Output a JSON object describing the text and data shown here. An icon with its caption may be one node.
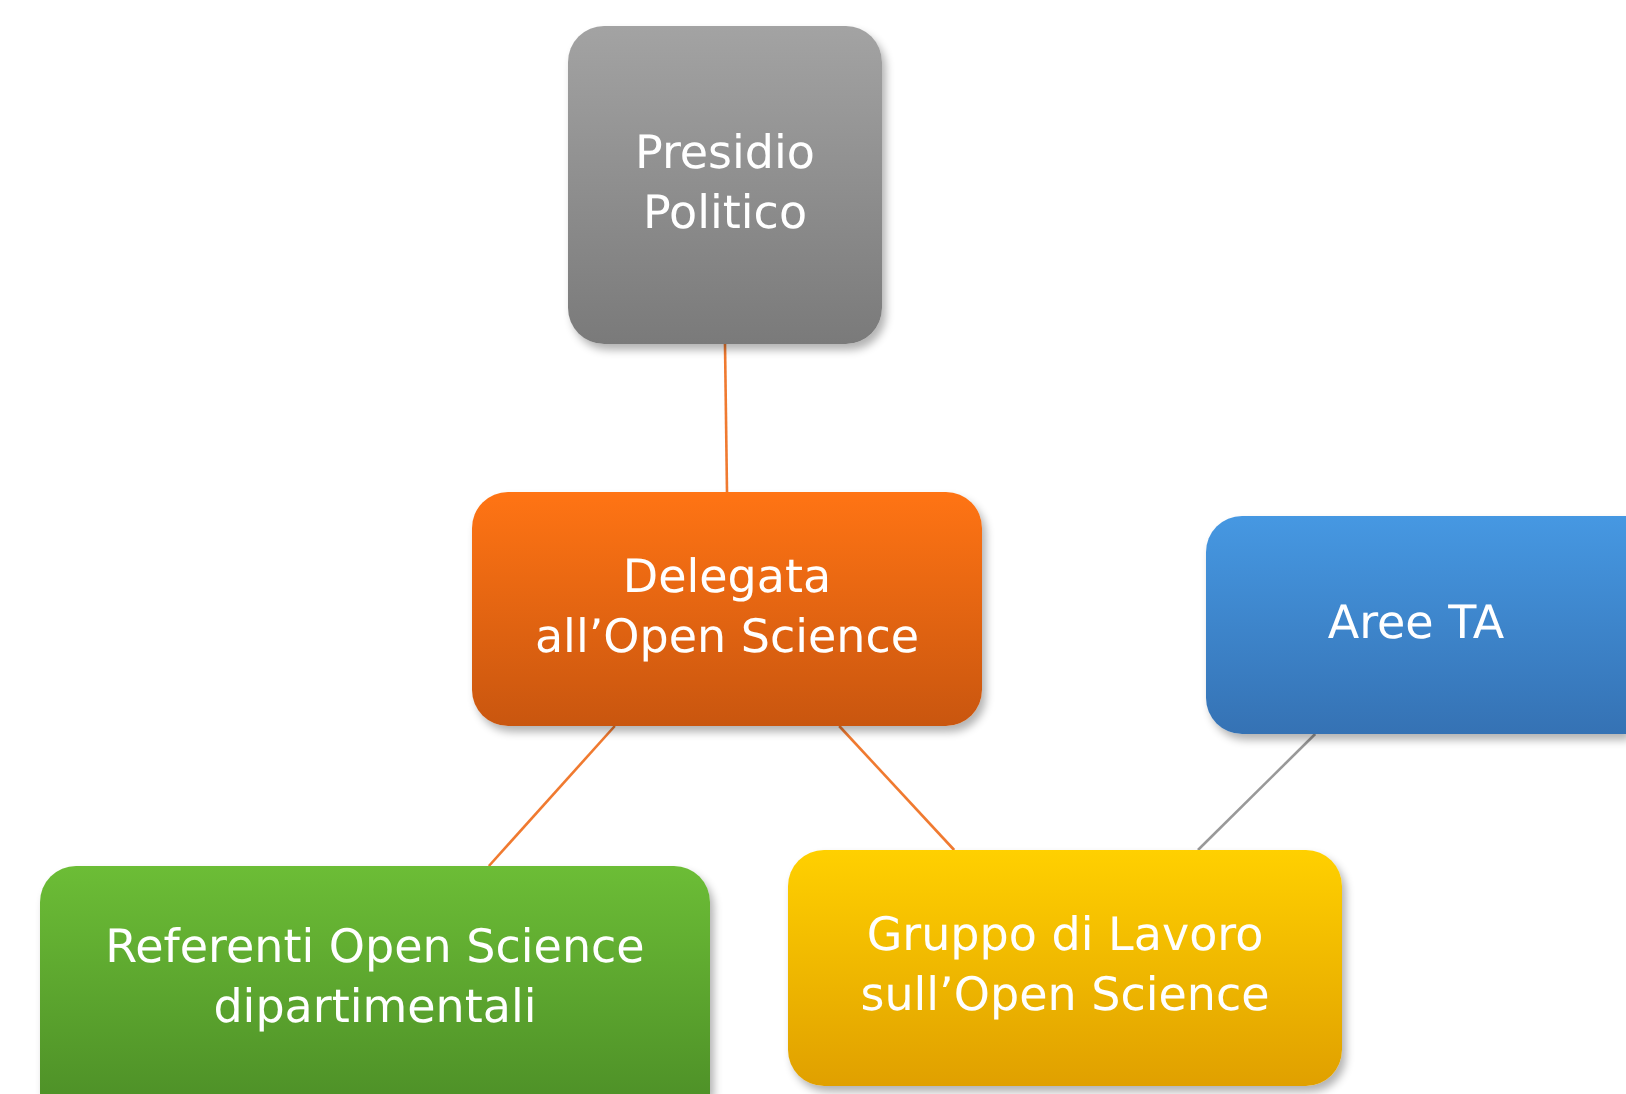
{
  "diagram": {
    "nodes": [
      {
        "text": [
          "Presidio Politico"
        ]
      },
      {
        "text": [
          "Delegata all’Open Science"
        ]
      },
      {
        "text": [
          "Aree TA"
        ]
      },
      {
        "text": [
          "Referenti Open Science dipartimentali"
        ]
      },
      {
        "text": [
          "Gruppo di Lavoro sull’Open Science"
        ]
      }
    ],
    "edges": [
      {
        "from": 0,
        "to": 1,
        "arrow": "none"
      },
      {
        "from": 1,
        "to": 3,
        "arrow": "none"
      },
      {
        "from": 1,
        "to": 4,
        "arrow": "none"
      },
      {
        "from": 2,
        "to": 4,
        "arrow": "none",
        "color": "#999999"
      }
    ]
  }
}
